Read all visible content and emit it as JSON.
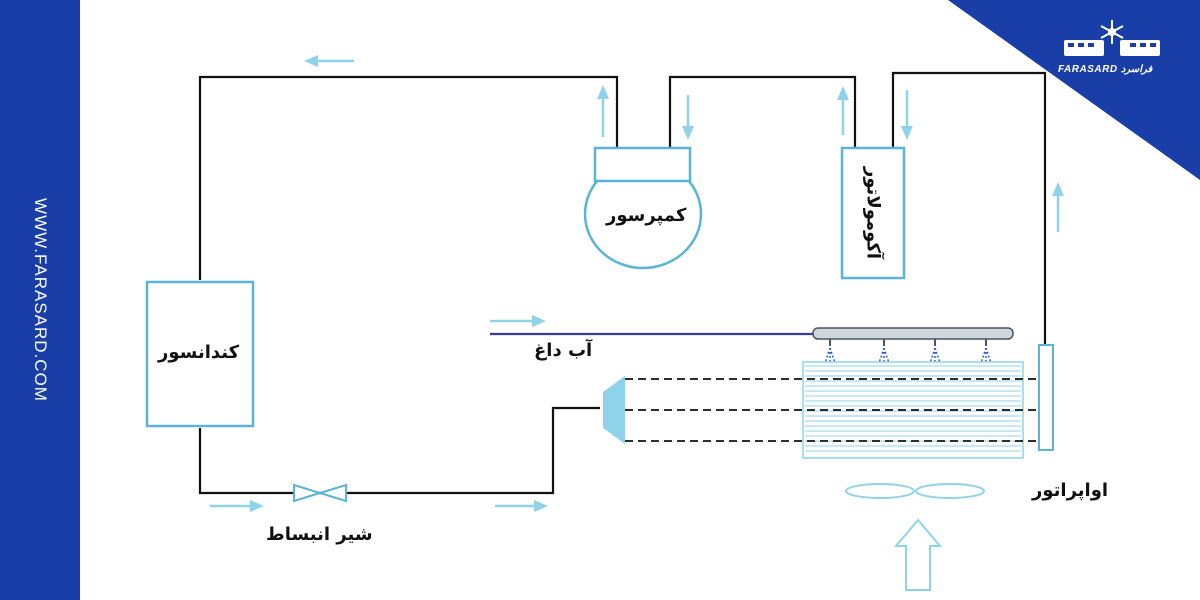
{
  "branding": {
    "website": "WWW.FARASARD.COM",
    "logo_text": "FARASARD",
    "logo_script": "فراسرد",
    "brand_color": "#1a3ea8"
  },
  "components": {
    "condenser": "کندانسور",
    "compressor": "کمپرسور",
    "accumulator": "آکومولاتور",
    "expansion_valve": "شیر انبساط",
    "evaporator": "اواپراتور",
    "hot_water": "آب داغ"
  },
  "colors": {
    "pipe": "#111111",
    "component_outline": "#5ab4d8",
    "flow_arrow": "#8fd3ea",
    "water_line": "#3a3aa0",
    "nozzle_spray": "#2b5fd0"
  }
}
